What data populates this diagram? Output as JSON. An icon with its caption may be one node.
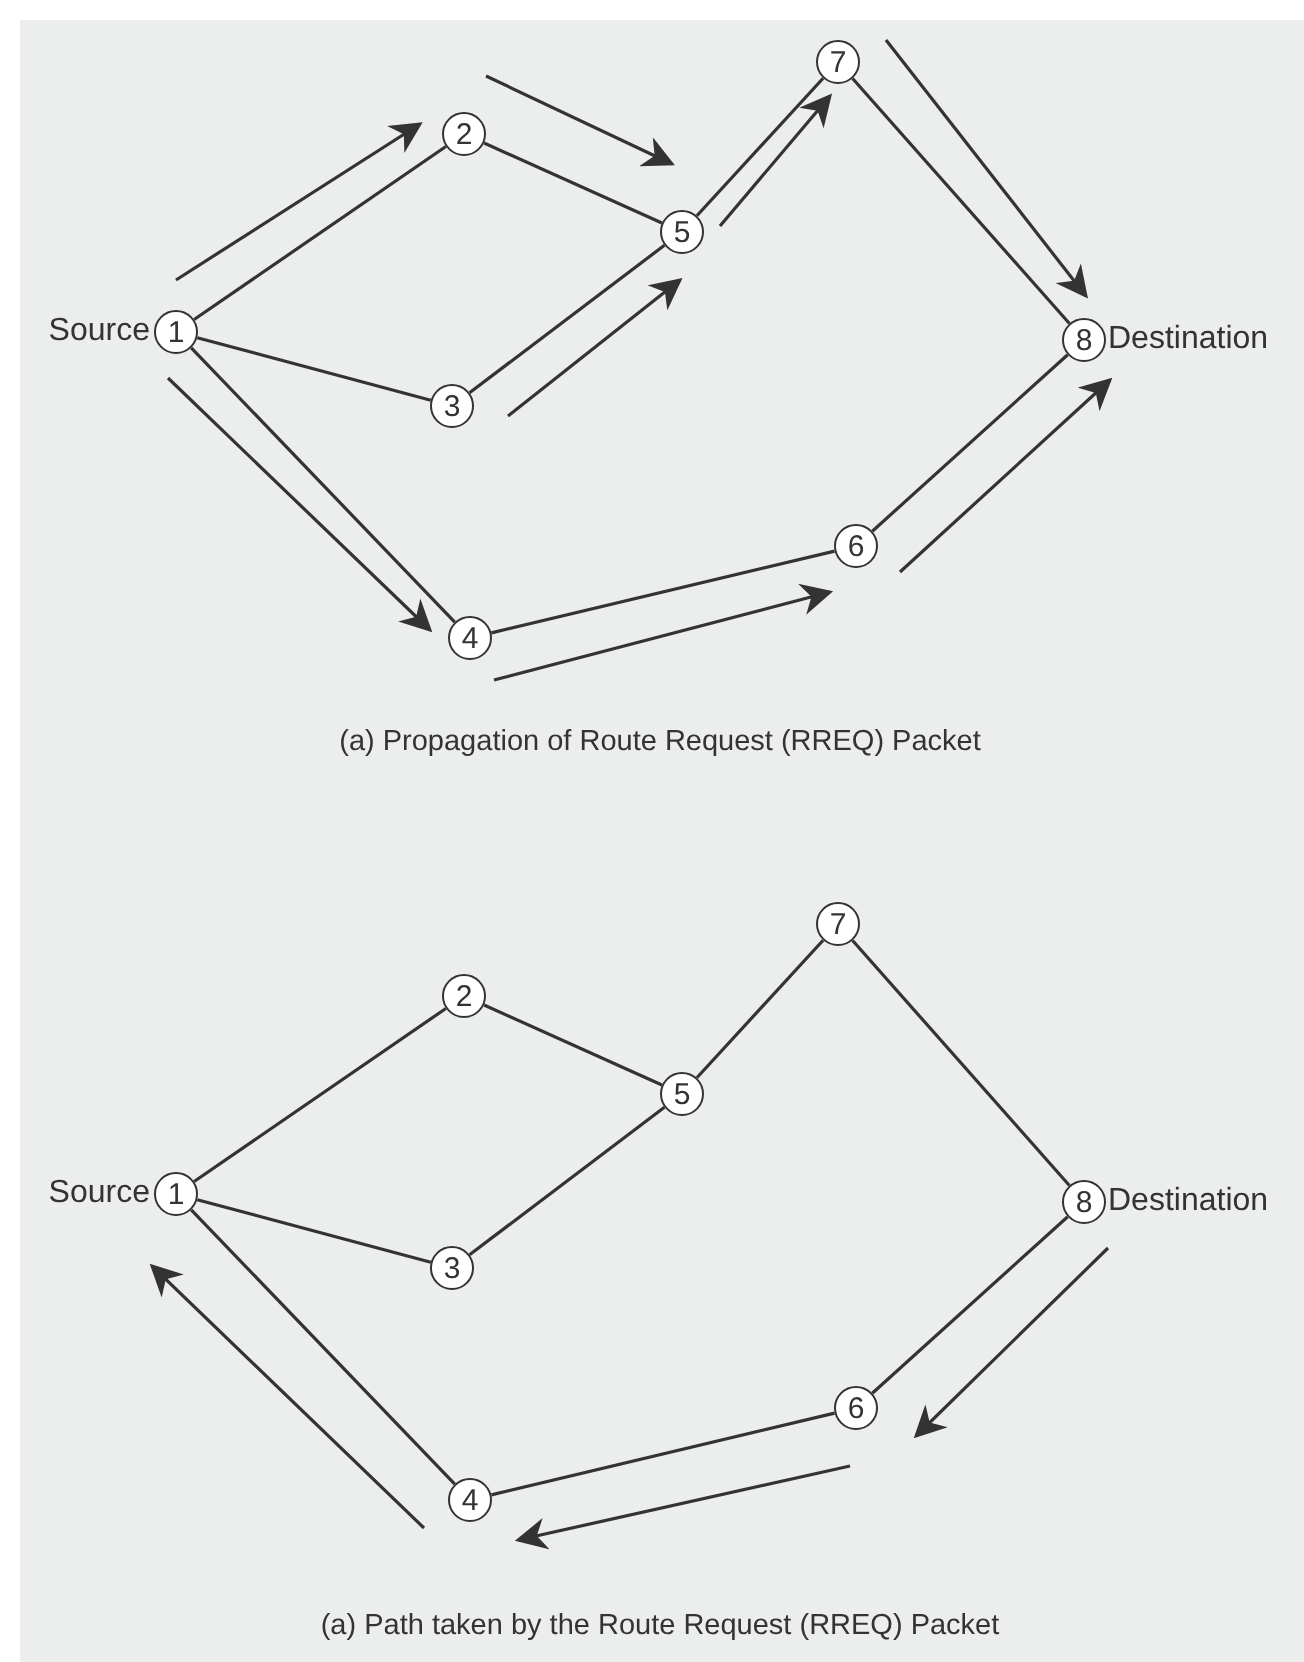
{
  "diagram": {
    "nodes": [
      {
        "text": [
          "1"
        ],
        "beside": [
          "Source"
        ]
      },
      {
        "text": [
          "2"
        ]
      },
      {
        "text": [
          "3"
        ]
      },
      {
        "text": [
          "4"
        ]
      },
      {
        "text": [
          "5"
        ]
      },
      {
        "text": [
          "6"
        ]
      },
      {
        "text": [
          "7"
        ]
      },
      {
        "text": [
          "8"
        ],
        "beside": [
          "Destination"
        ]
      },
      {
        "text": [
          "1"
        ],
        "beside": [
          "Source"
        ]
      },
      {
        "text": [
          "2"
        ]
      },
      {
        "text": [
          "3"
        ]
      },
      {
        "text": [
          "4"
        ]
      },
      {
        "text": [
          "5"
        ]
      },
      {
        "text": [
          "6"
        ]
      },
      {
        "text": [
          "7"
        ]
      },
      {
        "text": [
          "8"
        ],
        "beside": [
          "Destination"
        ]
      }
    ],
    "edges": [
      {
        "from": 0,
        "to": 1,
        "arrow": "none"
      },
      {
        "from": 0,
        "to": 2,
        "arrow": "none"
      },
      {
        "from": 0,
        "to": 3,
        "arrow": "none"
      },
      {
        "from": 1,
        "to": 4,
        "arrow": "none"
      },
      {
        "from": 2,
        "to": 4,
        "arrow": "none"
      },
      {
        "from": 4,
        "to": 6,
        "arrow": "none"
      },
      {
        "from": 6,
        "to": 7,
        "arrow": "none"
      },
      {
        "from": 3,
        "to": 5,
        "arrow": "none"
      },
      {
        "from": 5,
        "to": 7,
        "arrow": "none"
      },
      {
        "from": 8,
        "to": 9,
        "arrow": "none"
      },
      {
        "from": 8,
        "to": 10,
        "arrow": "none"
      },
      {
        "from": 8,
        "to": 11,
        "arrow": "none"
      },
      {
        "from": 9,
        "to": 12,
        "arrow": "none"
      },
      {
        "from": 10,
        "to": 12,
        "arrow": "none"
      },
      {
        "from": 12,
        "to": 14,
        "arrow": "none"
      },
      {
        "from": 14,
        "to": 15,
        "arrow": "none"
      },
      {
        "from": 11,
        "to": 13,
        "arrow": "none"
      },
      {
        "from": 13,
        "to": 15,
        "arrow": "none"
      }
    ],
    "labels": [
      "(a) Propagation of Route Request (RREQ) Packet",
      "(a) Path taken by the Route Request (RREQ) Packet"
    ]
  }
}
